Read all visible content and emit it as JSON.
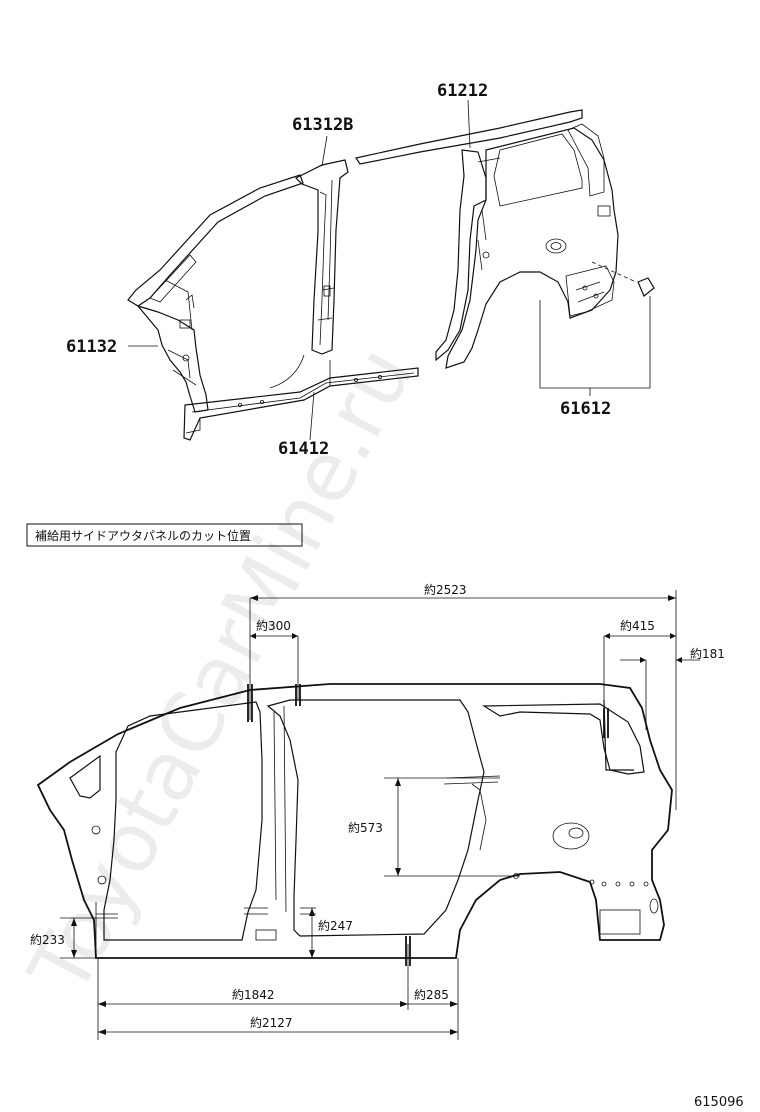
{
  "parts": {
    "roof_side_rail": "61212",
    "center_pillar": "61312B",
    "front_pillar": "61132",
    "rocker_panel": "61412",
    "quarter_panel": "61612"
  },
  "cut_section": {
    "title": "補給用サイドアウタパネルのカット位置",
    "dims": {
      "total_upper": "約2523",
      "front_cut": "約300",
      "rear_cut": "約415",
      "rear_offset": "約181",
      "quarter_height": "約573",
      "rocker_height": "約247",
      "front_height": "約233",
      "lower_a": "約1842",
      "lower_b": "約285",
      "lower_total": "約2127"
    }
  },
  "watermark": "ToyotaCarMine.ru",
  "drawing_code": "615096"
}
